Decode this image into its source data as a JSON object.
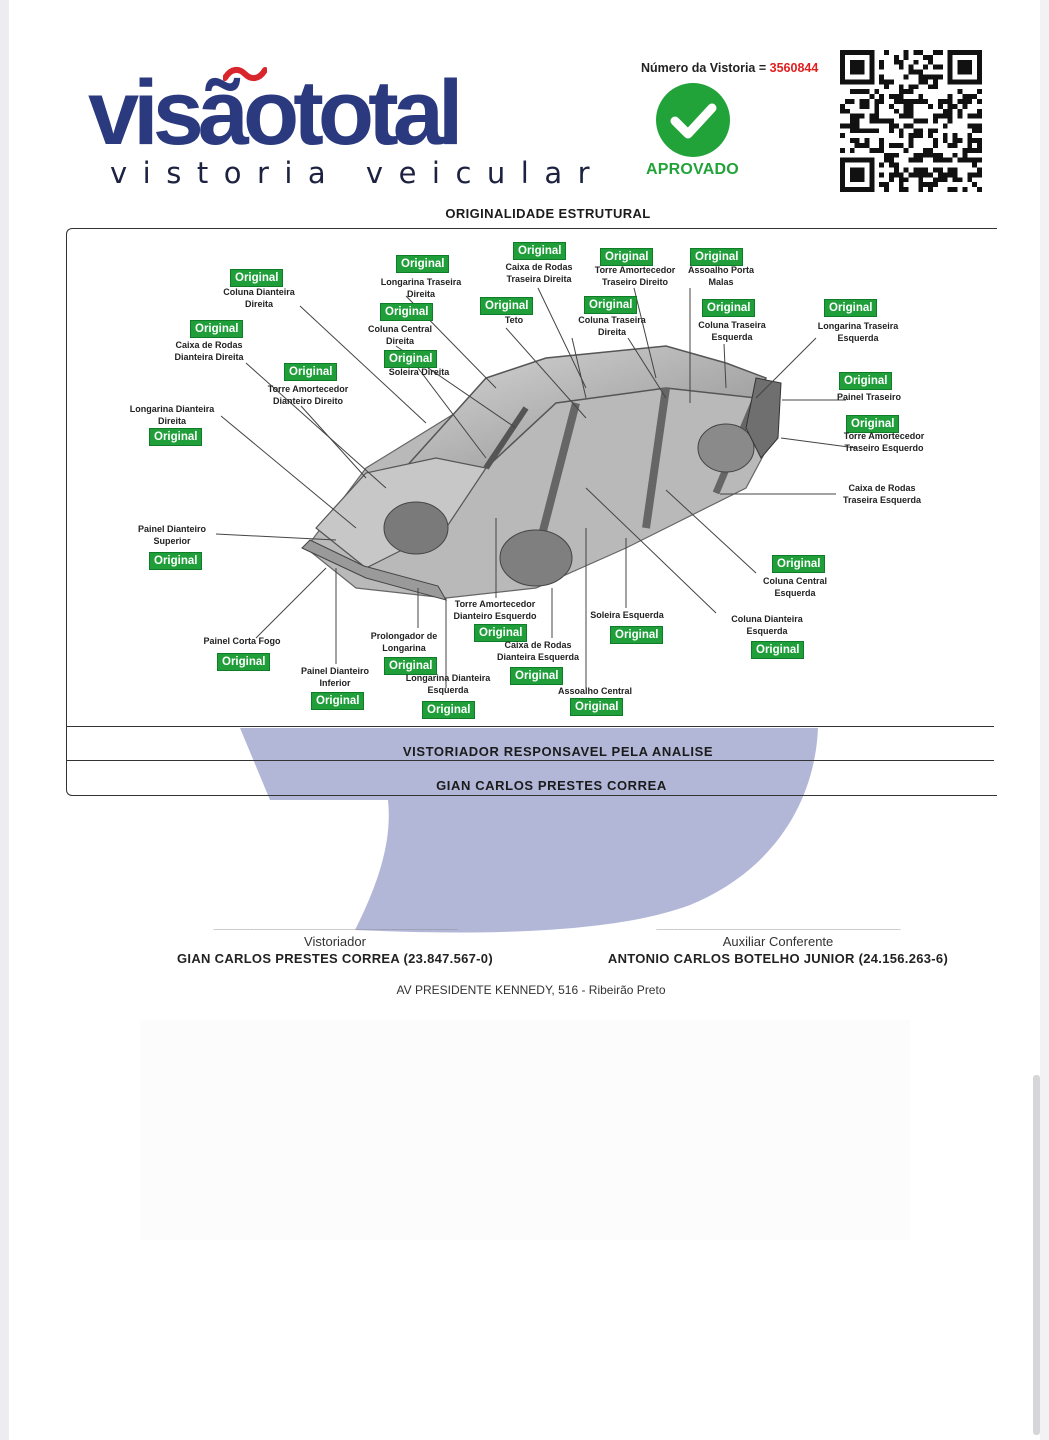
{
  "logo": {
    "main_text": "visãototal",
    "sub_text": "vistoria veicular"
  },
  "inspection": {
    "number_label": "Número da Vistoria = ",
    "number_value": "3560844",
    "status": "APROVADO"
  },
  "section_title": "ORIGINALIDADE ESTRUTURAL",
  "parts": [
    {
      "id": "coluna-dianteira-direita",
      "label": "Coluna Dianteira\nDireita",
      "status": "Original"
    },
    {
      "id": "caixa-rodas-dianteira-direita",
      "label": "Caixa de Rodas\nDianteira Direita",
      "status": "Original"
    },
    {
      "id": "longarina-traseira-direita",
      "label": "Longarina Traseira\nDireita",
      "status": "Original"
    },
    {
      "id": "coluna-central-direita",
      "label": "Coluna Central\nDireita",
      "status": "Original"
    },
    {
      "id": "soleira-direita",
      "label": "Soleira Direita",
      "status": "Original"
    },
    {
      "id": "torre-amortecedor-dianteiro-direito",
      "label": "Torre Amortecedor\nDianteiro Direito",
      "status": "Original"
    },
    {
      "id": "longarina-dianteira-direita",
      "label": "Longarina Dianteira\nDireita",
      "status": "Original"
    },
    {
      "id": "caixa-rodas-traseira-direita",
      "label": "Caixa de Rodas\nTraseira Direita",
      "status": "Original"
    },
    {
      "id": "teto",
      "label": "Teto",
      "status": "Original"
    },
    {
      "id": "torre-amortecedor-traseiro-direito",
      "label": "Torre Amortecedor\nTraseiro Direito",
      "status": "Original"
    },
    {
      "id": "coluna-traseira-direita",
      "label": "Coluna Traseira\nDireita",
      "status": "Original"
    },
    {
      "id": "assoalho-porta-malas",
      "label": "Assoalho Porta\nMalas",
      "status": "Original"
    },
    {
      "id": "coluna-traseira-esquerda",
      "label": "Coluna Traseira\nEsquerda",
      "status": "Original"
    },
    {
      "id": "longarina-traseira-esquerda",
      "label": "Longarina Traseira\nEsquerda",
      "status": "Original"
    },
    {
      "id": "painel-traseiro",
      "label": "Painel Traseiro",
      "status": "Original"
    },
    {
      "id": "torre-amortecedor-traseiro-esquerdo",
      "label": "Torre Amortecedor\nTraseiro Esquerdo",
      "status": "Original"
    },
    {
      "id": "caixa-rodas-traseira-esquerda",
      "label": "Caixa de Rodas\nTraseira Esquerda",
      "status": ""
    },
    {
      "id": "painel-dianteiro-superior",
      "label": "Painel Dianteiro\nSuperior",
      "status": "Original"
    },
    {
      "id": "coluna-central-esquerda",
      "label": "Coluna Central\nEsquerda",
      "status": "Original"
    },
    {
      "id": "torre-amortecedor-dianteiro-esquerdo",
      "label": "Torre Amortecedor\nDianteiro Esquerdo",
      "status": "Original"
    },
    {
      "id": "soleira-esquerda",
      "label": "Soleira Esquerda",
      "status": "Original"
    },
    {
      "id": "coluna-dianteira-esquerda",
      "label": "Coluna Dianteira\nEsquerda",
      "status": "Original"
    },
    {
      "id": "painel-corta-fogo",
      "label": "Painel Corta Fogo",
      "status": "Original"
    },
    {
      "id": "prolongador-longarina",
      "label": "Prolongador de\nLongarina",
      "status": "Original"
    },
    {
      "id": "caixa-rodas-dianteira-esquerda",
      "label": "Caixa de Rodas\nDianteira Esquerda",
      "status": "Original"
    },
    {
      "id": "painel-dianteiro-inferior",
      "label": "Painel Dianteiro\nInferior",
      "status": "Original"
    },
    {
      "id": "longarina-dianteira-esquerda",
      "label": "Longarina Dianteira\nEsquerda",
      "status": "Original"
    },
    {
      "id": "assoalho-central",
      "label": "Assoalho Central",
      "status": "Original"
    }
  ],
  "responsible": {
    "title": "VISTORIADOR RESPONSAVEL PELA ANALISE",
    "name": "GIAN CARLOS PRESTES CORREA"
  },
  "signatures": [
    {
      "role": "Vistoriador",
      "name": "GIAN CARLOS PRESTES CORREA (23.847.567-0)"
    },
    {
      "role": "Auxiliar Conferente",
      "name": "ANTONIO CARLOS BOTELHO JUNIOR (24.156.263-6)"
    }
  ],
  "address": "AV PRESIDENTE KENNEDY, 516 - Ribeirão Preto",
  "colors": {
    "brand_blue": "#2b3a7e",
    "brand_red": "#d9262c",
    "approved_green": "#22a33a",
    "badge_green": "#1f9e3a",
    "number_red": "#e02020",
    "watermark": "#aeb3d6"
  }
}
